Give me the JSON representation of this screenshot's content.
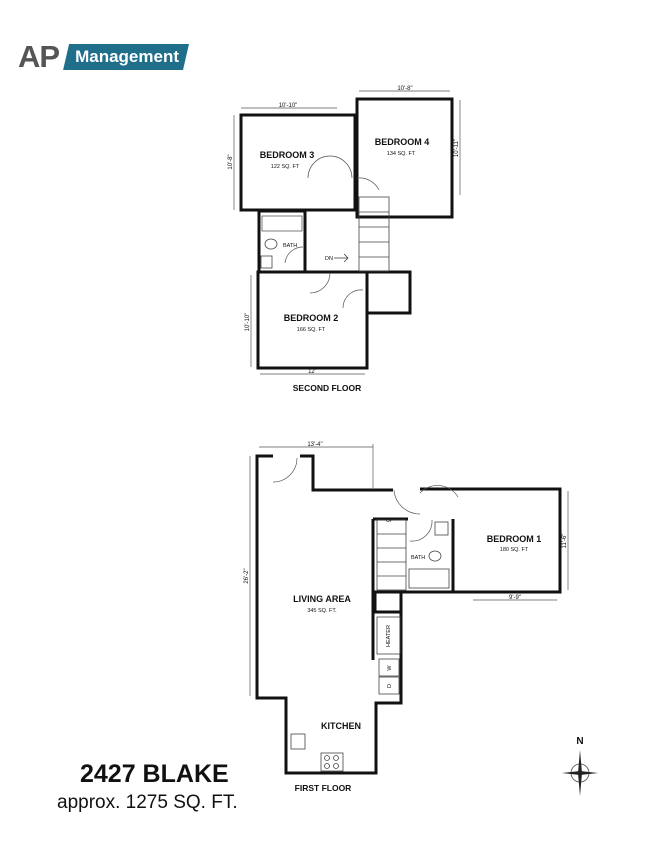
{
  "logo": {
    "ap": "AP",
    "management": "Management",
    "brand_color": "#1f6f8b"
  },
  "property": {
    "name": "2427 BLAKE",
    "area": "approx. 1275 SQ. FT."
  },
  "second_floor": {
    "label": "SECOND FLOOR",
    "rooms": [
      {
        "name": "BEDROOM 3",
        "area": "122 SQ. FT"
      },
      {
        "name": "BEDROOM 4",
        "area": "134 SQ. FT"
      },
      {
        "name": "BEDROOM 2",
        "area": "166 SQ. FT"
      },
      {
        "name": "BATH"
      }
    ],
    "stairs": "DN",
    "dimensions": {
      "br3_width": "10'-10\"",
      "br3_depth": "10'-8\"",
      "br4_width": "10'-8\"",
      "br4_depth": "10'-11\"",
      "br2_depth": "10'-10\"",
      "br2_width": "12'"
    }
  },
  "first_floor": {
    "label": "FIRST FLOOR",
    "rooms": [
      {
        "name": "LIVING AREA",
        "area": "345 SQ. FT."
      },
      {
        "name": "BEDROOM 1",
        "area": "180 SQ. FT"
      },
      {
        "name": "KITCHEN"
      },
      {
        "name": "BATH"
      }
    ],
    "stairs": "UP",
    "fixtures": {
      "heater": "HEATER",
      "washer": "W",
      "dryer": "D"
    },
    "dimensions": {
      "living_width": "13'-4\"",
      "living_depth": "26'-2\"",
      "br1_depth": "11'-6\"",
      "br1_width": "9'-9\""
    }
  },
  "compass": {
    "north": "N"
  }
}
